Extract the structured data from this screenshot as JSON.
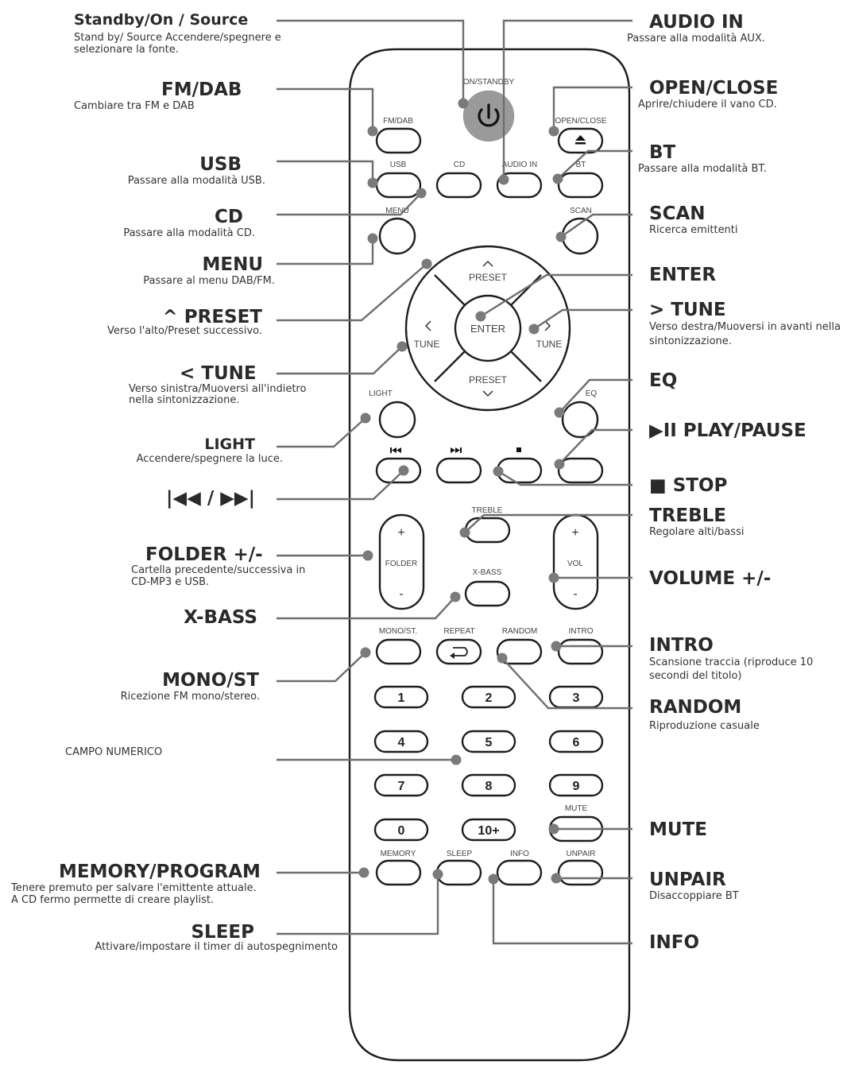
{
  "remote": {
    "top_labels": {
      "standby": "ON/STANDBY",
      "fmdab": "FM/DAB",
      "openclose": "OPEN/CLOSE",
      "usb": "USB",
      "cd": "CD",
      "audioin": "AUDIO IN",
      "bt": "BT",
      "menu": "MENU",
      "scan": "SCAN",
      "light": "LIGHT",
      "eq": "EQ",
      "treble": "TREBLE",
      "xbass": "X-BASS",
      "folder": "FOLDER",
      "vol": "VOL",
      "monost": "MONO/ST.",
      "repeat": "REPEAT",
      "random": "RANDOM",
      "intro": "INTRO",
      "mute": "MUTE",
      "memory": "MEMORY",
      "sleep": "SLEEP",
      "info": "INFO",
      "unpair": "UNPAIR"
    },
    "dpad": {
      "up": "PRESET",
      "down": "PRESET",
      "left": "TUNE",
      "right": "TUNE",
      "center": "ENTER"
    },
    "numbers": [
      "1",
      "2",
      "3",
      "4",
      "5",
      "6",
      "7",
      "8",
      "9",
      "0",
      "10+"
    ]
  },
  "annotations": {
    "standby": {
      "title": "Standby/On / Source",
      "desc": "Stand by/ Source  Accendere/spegnere e selezionare la fonte."
    },
    "fmdab": {
      "title": "FM/DAB",
      "desc": "Cambiare tra FM e DAB"
    },
    "usb": {
      "title": "USB",
      "desc": "Passare alla modalità USB."
    },
    "cd": {
      "title": "CD",
      "desc": "Passare alla modalità CD."
    },
    "menu": {
      "title": "MENU",
      "desc": "Passare al menu DAB/FM."
    },
    "preset": {
      "title": "^ PRESET",
      "desc": "Verso l'alto/Preset successivo."
    },
    "tune_l": {
      "title": "< TUNE",
      "desc": "Verso sinistra/Muoversi all'indietro nella sintonizzazione."
    },
    "light": {
      "title": "LIGHT",
      "desc": "Accendere/spegnere la luce."
    },
    "skip": {
      "title": "|◀◀ / ▶▶|"
    },
    "folder": {
      "title": "FOLDER +/-",
      "desc": "Cartella precedente/successiva in CD-MP3 e USB."
    },
    "xbass": {
      "title": "X-BASS"
    },
    "monost": {
      "title": "MONO/ST",
      "desc": "Ricezione FM mono/stereo."
    },
    "numeric": {
      "title": "CAMPO NUMERICO"
    },
    "memory": {
      "title": "MEMORY/PROGRAM",
      "desc1": "Tenere premuto per salvare l'emittente attuale.",
      "desc2": "A CD fermo permette di creare playlist."
    },
    "sleep": {
      "title": "SLEEP",
      "desc": "Attivare/impostare il timer di autospegnimento"
    },
    "audioin": {
      "title": "AUDIO IN",
      "desc": "Passare alla modalità AUX."
    },
    "openclose": {
      "title": "OPEN/CLOSE",
      "desc": "Aprire/chiudere il vano CD."
    },
    "bt": {
      "title": "BT",
      "desc": "Passare alla modalità BT."
    },
    "scan": {
      "title": "SCAN",
      "desc": "Ricerca emittenti"
    },
    "enter": {
      "title": "ENTER"
    },
    "tune_r": {
      "title": "> TUNE",
      "desc": "Verso destra/Muoversi in avanti nella sintonizzazione."
    },
    "eq": {
      "title": "EQ"
    },
    "playpause": {
      "title": "▶II PLAY/PAUSE"
    },
    "stop": {
      "title": "■ STOP"
    },
    "treble": {
      "title": "TREBLE",
      "desc": "Regolare alti/bassi"
    },
    "volume": {
      "title": "VOLUME +/-"
    },
    "intro": {
      "title": "INTRO",
      "desc": "Scansione traccia (riproduce 10 secondi del titolo)"
    },
    "random": {
      "title": "RANDOM",
      "desc": "Riproduzione casuale"
    },
    "mute": {
      "title": "MUTE"
    },
    "unpair": {
      "title": "UNPAIR",
      "desc": "Disaccoppiare BT"
    },
    "info": {
      "title": "INFO"
    }
  },
  "colors": {
    "line": "#6e6e6e",
    "dot": "#7a7a7a",
    "power_button": "#9a9a9a",
    "outline": "#1e1e1e"
  }
}
